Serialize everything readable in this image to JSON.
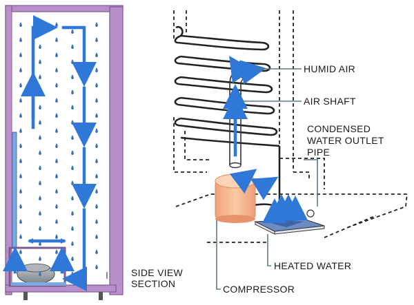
{
  "labels": {
    "humid_air": "HUMID AIR",
    "air_shaft": "AIR SHAFT",
    "condensed_line1": "CONDENSED",
    "condensed_line2": "WATER OUTLET",
    "condensed_line3": "PIPE",
    "heated_water": "HEATED WATER",
    "side_view_line1": "SIDE VIEW",
    "side_view_line2": "SECTION",
    "compressor": "COMPRESSOR"
  },
  "colors": {
    "cabinet_wall": "#b98fc9",
    "cabinet_edge": "#7d5a8e",
    "airflow": "#2f78d8",
    "droplet": "#3b6fb8",
    "compressor": "#f7b98f",
    "leader_line": "#5a7a86"
  }
}
